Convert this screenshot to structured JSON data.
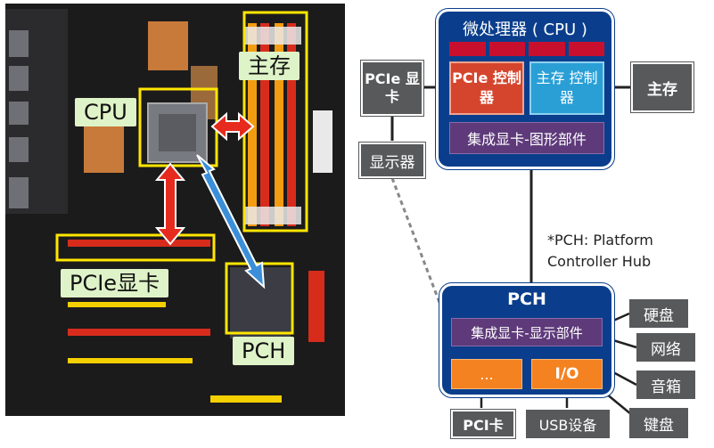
{
  "photo": {
    "labels": {
      "cpu": "CPU",
      "memory": "主存",
      "pcie": "PCIe显卡",
      "pch": "PCH"
    }
  },
  "diagram": {
    "cpu_block": {
      "title": "微处理器 ( CPU )",
      "pcie_controller": "PCIe 控制器",
      "memory_controller": "主存 控制器",
      "integrated_gpu": "集成显卡-图形部件"
    },
    "pcie_card": "PCIe 显卡",
    "memory": "主存",
    "display": "显示器",
    "pch_note": "*PCH: Platform Controller Hub",
    "pch_block": {
      "title": "PCH",
      "integrated_display": "集成显卡-显示部件",
      "ellipsis": "...",
      "io": "I/O"
    },
    "peripherals": {
      "hdd": "硬盘",
      "network": "网络",
      "audio": "音箱",
      "keyboard": "键盘",
      "pci_card": "PCI卡",
      "usb_device": "USB设备"
    },
    "colors": {
      "panel_blue": "#0a3e8c",
      "gray": "#58595b",
      "red": "#c8102e",
      "orange": "#f58220",
      "light_blue": "#2a9fd6",
      "purple": "#5e3a7a",
      "highlight_yellow": "#ffe600"
    }
  }
}
